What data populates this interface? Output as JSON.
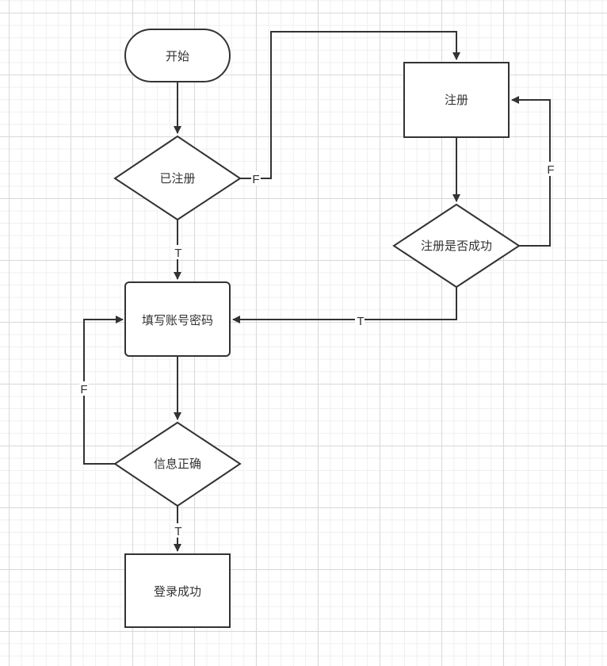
{
  "nodes": {
    "start": "开始",
    "registered": "已注册",
    "register": "注册",
    "register_success": "注册是否成功",
    "fill_credentials": "填写账号密码",
    "info_correct": "信息正确",
    "login_success": "登录成功"
  },
  "edges": {
    "registered_false": "F",
    "registered_true": "T",
    "register_success_false": "F",
    "register_success_true": "T",
    "info_correct_false": "F",
    "info_correct_true": "T"
  },
  "colors": {
    "stroke": "#333333",
    "fill": "#ffffff",
    "grid": "#d9d9d9"
  }
}
